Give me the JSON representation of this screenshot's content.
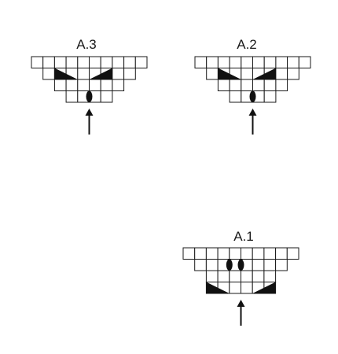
{
  "charts": [
    {
      "id": "a3",
      "title": "A.3",
      "rows": [
        {
          "cells": 10,
          "offset": 0
        },
        {
          "cells": 8,
          "offset": 1
        },
        {
          "cells": 6,
          "offset": 2
        },
        {
          "cells": 4,
          "offset": 3
        }
      ],
      "symbols": [
        {
          "type": "left-wedge",
          "row": 1,
          "col": 1
        },
        {
          "type": "right-wedge",
          "row": 1,
          "col": 4
        },
        {
          "type": "oval",
          "row": 3,
          "col": 1,
          "pos": "right"
        }
      ],
      "arrow": true
    },
    {
      "id": "a2",
      "title": "A.2",
      "rows": [
        {
          "cells": 10,
          "offset": 0
        },
        {
          "cells": 8,
          "offset": 1
        },
        {
          "cells": 6,
          "offset": 2
        },
        {
          "cells": 4,
          "offset": 3
        }
      ],
      "symbols": [
        {
          "type": "left-wedge",
          "row": 1,
          "col": 1
        },
        {
          "type": "right-wedge",
          "row": 1,
          "col": 4
        },
        {
          "type": "oval",
          "row": 3,
          "col": 1,
          "pos": "right"
        }
      ],
      "arrow": true
    },
    {
      "id": "a1",
      "title": "A.1",
      "rows": [
        {
          "cells": 10,
          "offset": 0
        },
        {
          "cells": 8,
          "offset": 1
        },
        {
          "cells": 6,
          "offset": 2
        },
        {
          "cells": 6,
          "offset": 2
        }
      ],
      "symbols": [
        {
          "type": "oval",
          "row": 1,
          "col": 2,
          "pos": "right"
        },
        {
          "type": "oval",
          "row": 1,
          "col": 3,
          "pos": "right"
        },
        {
          "type": "left-wedge",
          "row": 3,
          "col": 0
        },
        {
          "type": "right-wedge",
          "row": 3,
          "col": 4
        }
      ],
      "arrow": true
    }
  ]
}
